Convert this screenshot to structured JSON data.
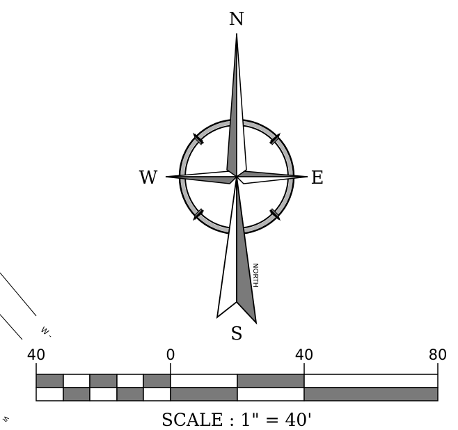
{
  "compass": {
    "north": "N",
    "south": "S",
    "east": "E",
    "west": "W",
    "arrow_label": "NORTH"
  },
  "scale_bar": {
    "tick_labels": [
      "40",
      "0",
      "40",
      "80"
    ],
    "title": "SCALE : 1\" = 40'"
  },
  "edge_fragments": {
    "line_label": "W -",
    "corner_mark": "≲"
  },
  "colors": {
    "fill_gray": "#7a7a7a",
    "ring_gray": "#b4b4b4",
    "stroke": "#000000",
    "background": "#ffffff"
  }
}
